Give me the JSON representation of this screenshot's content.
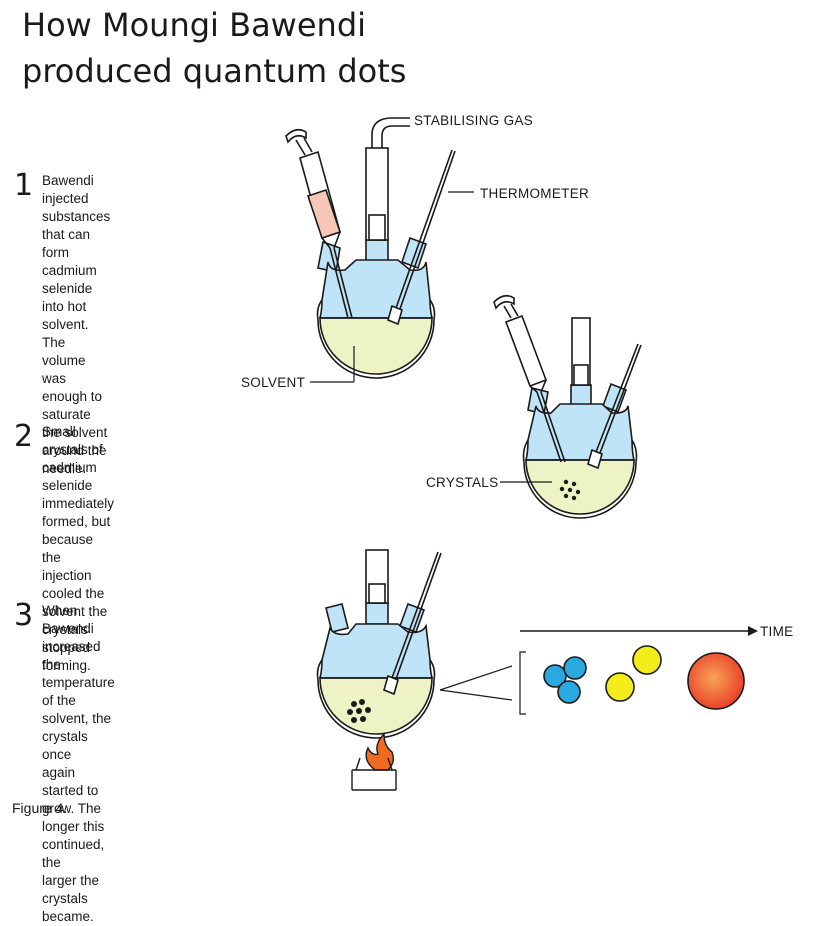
{
  "title": {
    "line1": "How Moungi Bawendi",
    "line2": "produced quantum dots"
  },
  "steps": [
    {
      "number": "1",
      "text": "Bawendi injected substances\nthat can form cadmium\nselenide into hot solvent. The\nvolume was enough to saturate\nthe solvent around the needle."
    },
    {
      "number": "2",
      "text": "Small crystals of cadmium selenide\nimmediately formed, but because the\ninjection cooled the solvent the\ncrystals stopped forming."
    },
    {
      "number": "3",
      "text": "When Bawendi increased\nthe temperature of the\nsolvent, the crystals once\nagain started to grow. The\nlonger this continued, the\nlarger the crystals became."
    }
  ],
  "labels": {
    "stabilising_gas": "STABILISING GAS",
    "thermometer": "THERMOMETER",
    "solvent": "SOLVENT",
    "crystals": "CRYSTALS",
    "time": "TIME"
  },
  "caption": "Figure 4.",
  "colors": {
    "glass_blue": "#bfe3f7",
    "solvent_yellow": "#eef3c6",
    "syringe_fill": "#f6c6b6",
    "dot_blue": "#2aa8e0",
    "dot_yellow": "#f4ec1a",
    "dot_red": "#ea3a24",
    "flame_orange": "#f26a21"
  },
  "icons": [
    "syringe-icon",
    "thermometer-icon",
    "flask-icon",
    "flame-icon",
    "quantum-dot-icon"
  ]
}
